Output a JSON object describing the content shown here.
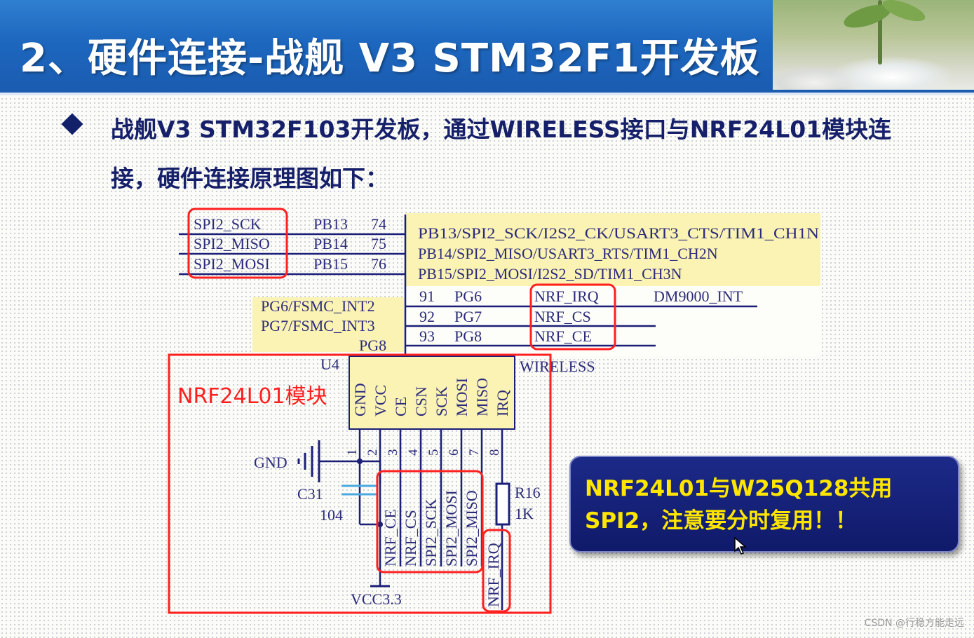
{
  "header": {
    "title": "2、硬件连接-战舰 V3 STM32F1开发板"
  },
  "bullet": {
    "text": "战舰V3 STM32F103开发板，通过WIRELESS接口与NRF24L01模块连接，硬件连接原理图如下："
  },
  "schematic": {
    "spi_nets": [
      {
        "net": "SPI2_SCK",
        "pin": "PB13",
        "num": "74"
      },
      {
        "net": "SPI2_MISO",
        "pin": "PB14",
        "num": "75"
      },
      {
        "net": "SPI2_MOSI",
        "pin": "PB15",
        "num": "76"
      }
    ],
    "pb_functions": [
      "PB13/SPI2_SCK/I2S2_CK/USART3_CTS/TIM1_CH1N",
      "PB14/SPI2_MISO/USART3_RTS/TIM1_CH2N",
      "PB15/SPI2_MOSI/I2S2_SD/TIM1_CH3N"
    ],
    "pg_functions": [
      "PG6/FSMC_INT2",
      "PG7/FSMC_INT3",
      "PG8"
    ],
    "pg_nets": [
      {
        "num": "91",
        "pin": "PG6",
        "net": "NRF_IRQ"
      },
      {
        "num": "92",
        "pin": "PG7",
        "net": "NRF_CS"
      },
      {
        "num": "93",
        "pin": "PG8",
        "net": "NRF_CE"
      }
    ],
    "dm9000_label": "DM9000_INT",
    "connector_ref": "U4",
    "connector_name": "WIRELESS",
    "connector_pins": [
      "GND",
      "VCC",
      "CE",
      "CSN",
      "SCK",
      "MOSI",
      "MISO",
      "IRQ"
    ],
    "pin_numbers": [
      "1",
      "2",
      "3",
      "4",
      "5",
      "6",
      "7",
      "8"
    ],
    "lower_nets": [
      "NRF_CE",
      "NRF_CS",
      "SPI2_SCK",
      "SPI2_MOSI",
      "SPI2_MISO",
      "NRF_IRQ"
    ],
    "gnd_label": "GND",
    "cap_ref": "C31",
    "cap_value": "104",
    "res_ref": "R16",
    "res_value": "1K",
    "vcc_label": "VCC3.3",
    "module_label": "NRF24L01模块"
  },
  "callout": {
    "text": "NRF24L01与W25Q128共用SPI2，注意要分时复用！！"
  },
  "watermark": "CSDN @行稳方能走远",
  "colors": {
    "header_blue": "#1d67bf",
    "highlight_red": "#ff2020",
    "wire_navy": "#1b1f78",
    "callout_bg": "#101a6a",
    "callout_text": "#ffe600",
    "yellow_fill": "#fbf3b4"
  }
}
